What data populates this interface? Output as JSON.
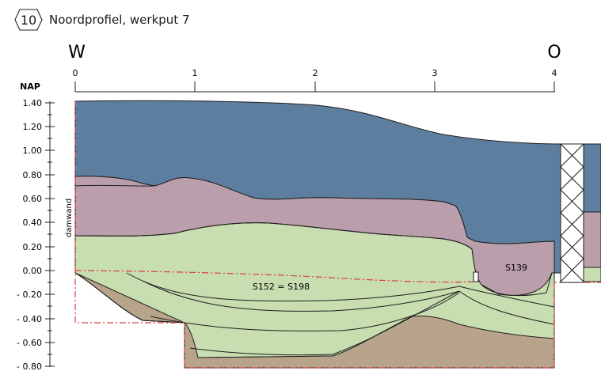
{
  "figure": {
    "number": "10",
    "title": "Noordprofiel, werkput 7"
  },
  "directions": {
    "west": "W",
    "east": "O"
  },
  "y_axis": {
    "label": "NAP",
    "ticks": [
      "1.40",
      "1.20",
      "1.00",
      "0.80",
      "0.60",
      "0.40",
      "0.20",
      "0.00",
      "- 0.20",
      "- 0.40",
      "- 0.60",
      "- 0.80"
    ]
  },
  "x_axis": {
    "ticks": [
      "0",
      "1",
      "2",
      "3",
      "4"
    ]
  },
  "labels": {
    "damwand": "damwand",
    "s139": "S139",
    "s152": "S152 = S198"
  },
  "colors": {
    "blue_layer": "#5e7e9f",
    "mauve_layer": "#bb9eab",
    "green_layer": "#c8ddb0",
    "brown_layer": "#b8a48b",
    "boundary_line": "#d94040"
  }
}
